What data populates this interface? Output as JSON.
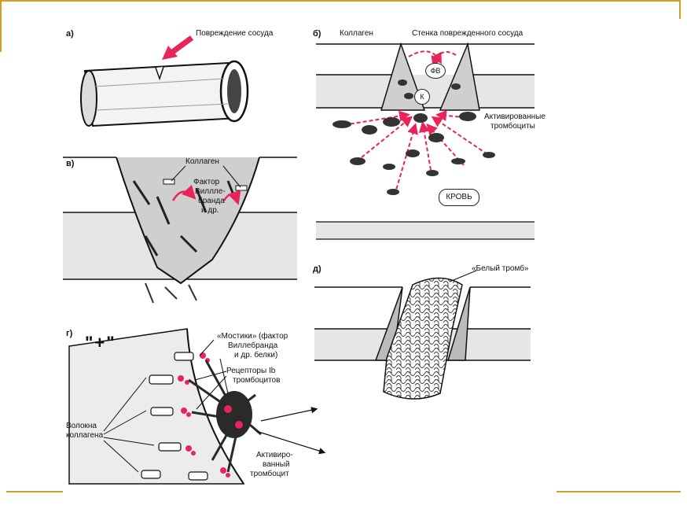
{
  "panels": {
    "a": {
      "letter": "а)",
      "label": "Повреждение сосуда"
    },
    "b": {
      "letter": "б)",
      "collagen": "Коллаген",
      "wall": "Стенка поврежденного сосуда",
      "fv": "ФВ",
      "k": "К",
      "activated_line1": "Активированные",
      "activated_line2": "тромбоциты",
      "blood": "КРОВЬ"
    },
    "v": {
      "letter": "в)",
      "collagen": "Коллаген",
      "factor_line1": "Фактор",
      "factor_line2": "Виллле-",
      "factor_line3": "бранда",
      "factor_line4": "и др."
    },
    "g": {
      "letter": "г)",
      "plus": "\"+\"",
      "bridges_line1": "«Мостики» (фактор",
      "bridges_line2": "Виллебранда",
      "bridges_line3": "и др. белки)",
      "receptors_line1": "Рецепторы Ib",
      "receptors_line2": "тромбоцитов",
      "fibers_line1": "Волокна",
      "fibers_line2": "коллагена",
      "platelet_line1": "Активиро-",
      "platelet_line2": "ванный",
      "platelet_line3": "тромбоцит"
    },
    "d": {
      "letter": "д)",
      "thrombus": "«Белый тромб»"
    }
  },
  "colors": {
    "frame": "#c9a227",
    "arrow": "#e8245a",
    "ink": "#111111",
    "wall": "#e6e6e6"
  },
  "icons": [
    "vessel-tube",
    "injury-arrow",
    "platelet",
    "collagen-fiber",
    "thrombus-cluster"
  ]
}
